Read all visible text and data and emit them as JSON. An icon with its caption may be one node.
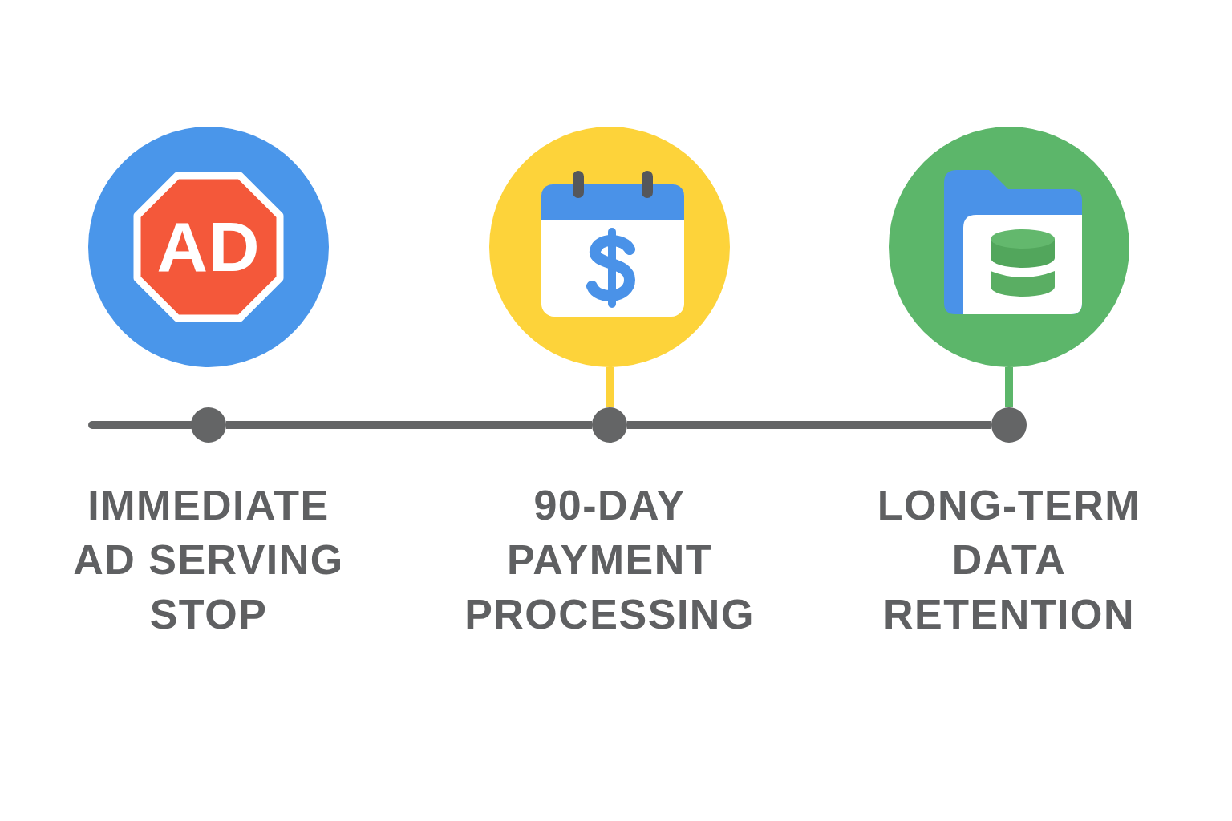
{
  "diagram": {
    "nodes": [
      {
        "text": [],
        "shape": "circle"
      },
      {
        "text": [
          "AD"
        ],
        "in": 0
      },
      {
        "text": [],
        "shape": "circle"
      },
      {
        "text": [],
        "shape": "circle"
      },
      {
        "text": [],
        "shape": "circle",
        "beside": [
          "IMMEDIATE AD SERVING STOP"
        ]
      },
      {
        "text": [],
        "shape": "circle",
        "beside": [
          "90-DAY PAYMENT PROCESSING"
        ]
      },
      {
        "text": [],
        "shape": "circle",
        "beside": [
          "LONG-TERM DATA RETENTION"
        ]
      }
    ],
    "edges": [
      {
        "from": null,
        "to": 4,
        "arrow": "none"
      },
      {
        "from": 4,
        "to": 5,
        "arrow": "none"
      },
      {
        "from": 5,
        "to": 6,
        "arrow": "none"
      },
      {
        "from": 2,
        "to": 5,
        "arrow": "none",
        "color": "#fdd33a"
      },
      {
        "from": 3,
        "to": 6,
        "arrow": "none",
        "color": "#5cb66a"
      }
    ]
  }
}
